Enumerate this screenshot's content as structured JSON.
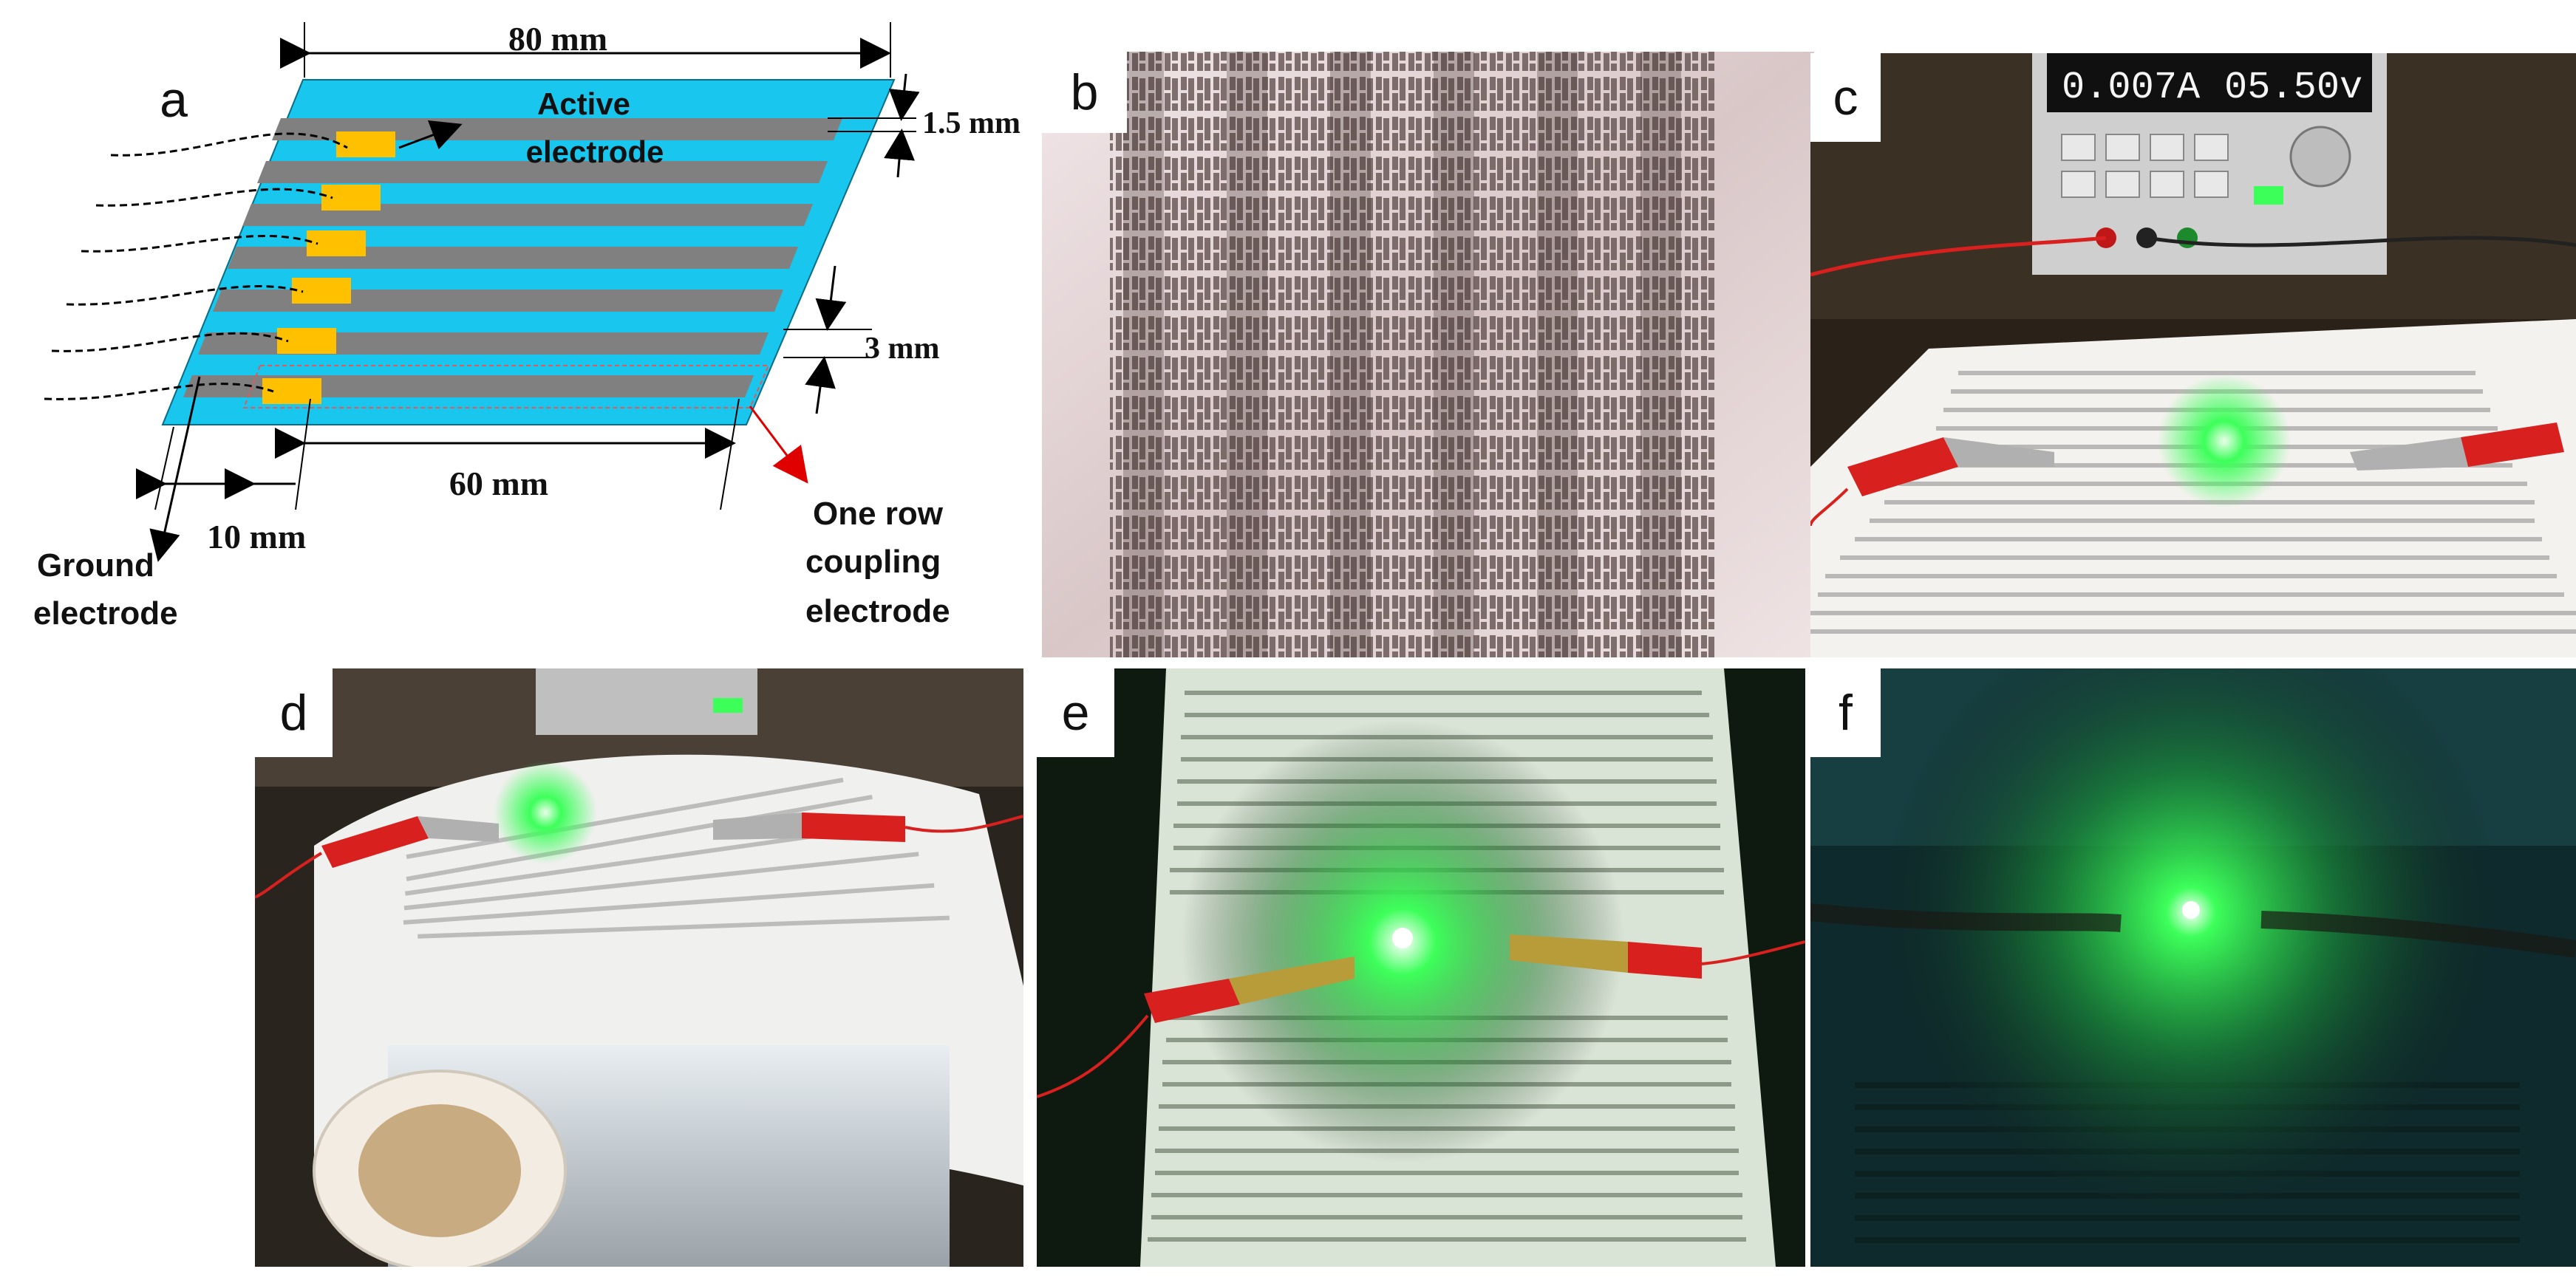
{
  "panel_letters": {
    "a": "a",
    "b": "b",
    "c": "c",
    "d": "d",
    "e": "e",
    "f": "f"
  },
  "diagram": {
    "width_label": "80 mm",
    "gap_label": "1.5 mm",
    "pitch_label": "3 mm",
    "length_label": "60 mm",
    "offset_label": "10 mm",
    "active_electrode_label": [
      "Active",
      "electrode"
    ],
    "ground_electrode_label": [
      "Ground",
      "electrode"
    ],
    "coupling_electrode_label": [
      "One row",
      "coupling",
      "electrode"
    ],
    "colors": {
      "substrate": "#18c6ee",
      "electrode": "#808080",
      "pad": "#ffc000",
      "arrow_red": "#e00000"
    }
  },
  "photo_c": {
    "current_readout": "0.007A",
    "voltage_readout": "05.50v"
  },
  "colors": {
    "led_green": "#3dff5a",
    "clip_red": "#d8201e",
    "page_bg": "#ffffff"
  }
}
